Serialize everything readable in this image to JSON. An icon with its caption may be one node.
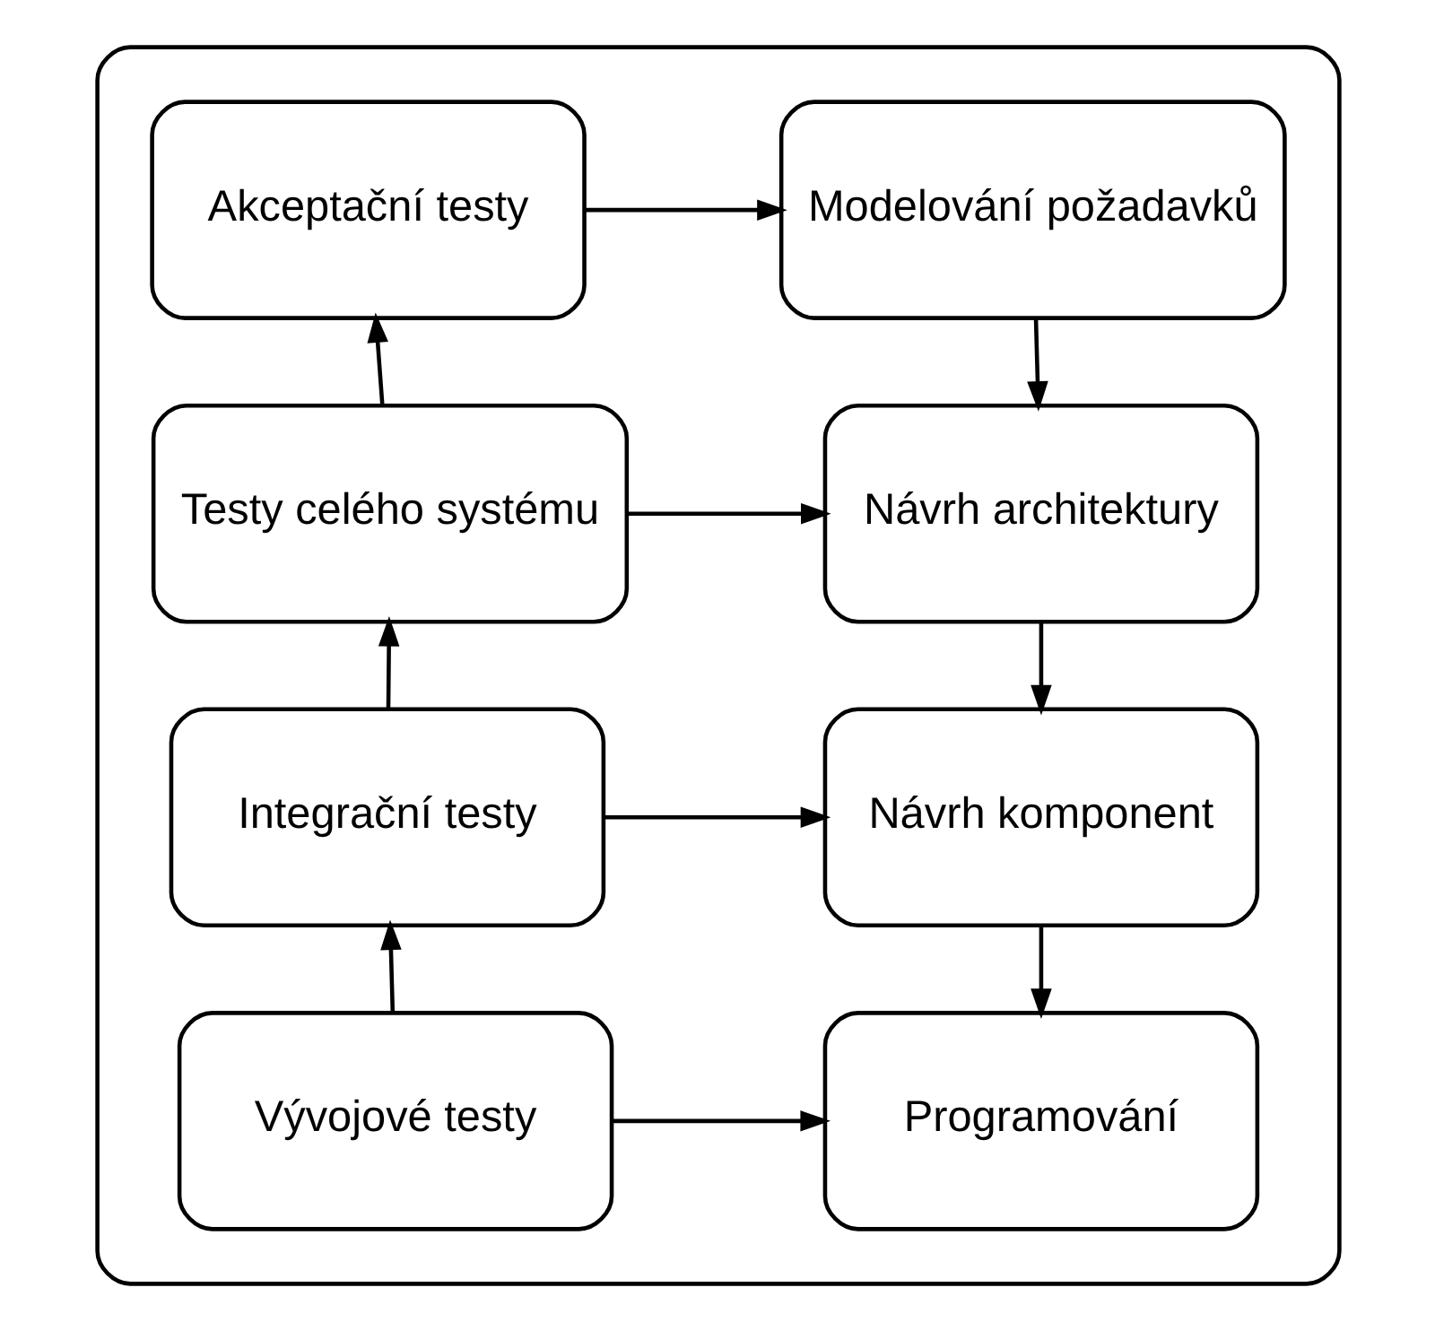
{
  "diagram": {
    "nodes": [
      {
        "text": [],
        "shape": "box"
      },
      {
        "text": [
          "Modelování požadavků"
        ],
        "in": 0
      },
      {
        "text": [
          "Akceptační testy"
        ],
        "in": 0
      },
      {
        "text": [
          "Návrh architektury"
        ],
        "in": 0
      },
      {
        "text": [
          "Testy celého systému"
        ],
        "in": 0
      },
      {
        "text": [
          "Návrh komponent"
        ],
        "in": 0
      },
      {
        "text": [
          "Integrační testy"
        ],
        "in": 0
      },
      {
        "text": [
          "Programování"
        ],
        "in": 0
      },
      {
        "text": [
          "Vývojové testy"
        ],
        "in": 0
      }
    ],
    "edges": [
      {
        "from": 2,
        "to": 1,
        "arrow": "to"
      },
      {
        "from": 1,
        "to": 3,
        "arrow": "to"
      },
      {
        "from": 4,
        "to": 3,
        "arrow": "to"
      },
      {
        "from": 4,
        "to": 2,
        "arrow": "to"
      },
      {
        "from": 3,
        "to": 5,
        "arrow": "to"
      },
      {
        "from": 6,
        "to": 5,
        "arrow": "to"
      },
      {
        "from": 6,
        "to": 4,
        "arrow": "to"
      },
      {
        "from": 5,
        "to": 7,
        "arrow": "to"
      },
      {
        "from": 8,
        "to": 7,
        "arrow": "to"
      },
      {
        "from": 8,
        "to": 6,
        "arrow": "to"
      }
    ]
  }
}
